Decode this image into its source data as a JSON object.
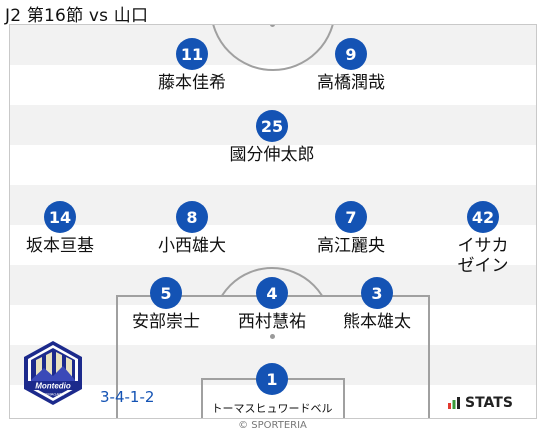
{
  "header": {
    "title": "J2 第16節 vs 山口"
  },
  "lineup": {
    "formation": "3-4-1-2",
    "players": [
      {
        "number": "11",
        "name": "藤本佳希"
      },
      {
        "number": "9",
        "name": "高橋潤哉"
      },
      {
        "number": "25",
        "name": "國分伸太郎"
      },
      {
        "number": "14",
        "name": "坂本亘基"
      },
      {
        "number": "8",
        "name": "小西雄大"
      },
      {
        "number": "7",
        "name": "高江麗央"
      },
      {
        "number": "42",
        "name": "イサカ\nゼイン"
      },
      {
        "number": "5",
        "name": "安部崇士"
      },
      {
        "number": "4",
        "name": "西村慧祐"
      },
      {
        "number": "3",
        "name": "熊本雄太"
      },
      {
        "number": "1",
        "name": "トーマスヒュワードベル"
      }
    ]
  },
  "branding": {
    "club_logo": "montedio-yamagata-logo",
    "club_logo_text": "Montedio",
    "club_logo_subtext": "YAMAGATA",
    "provider": "STATS",
    "provider_icon": "stats-bar-icon",
    "copyright": "© SPORTERIA"
  },
  "colors": {
    "badge": "#1453b4",
    "formation_text": "#1453b4"
  }
}
